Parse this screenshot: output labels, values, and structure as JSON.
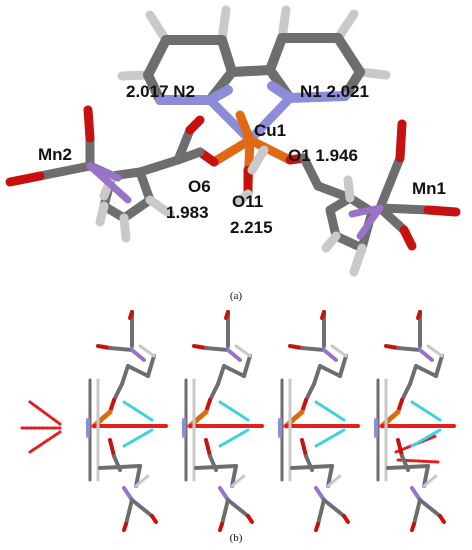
{
  "panel_a": {
    "caption": "(a)",
    "labels": {
      "n2": "2.017 N2",
      "n1": "N1 2.021",
      "cu1": "Cu1",
      "mn2": "Mn2",
      "o1": "O1 1.946",
      "o6": "O6",
      "o6_dist": "1.983",
      "o11": "O11",
      "o11_dist": "2.215",
      "mn1": "Mn1"
    }
  },
  "panel_b": {
    "caption": "(b)"
  },
  "colors": {
    "carbon": "#6e6e6e",
    "hydrogen": "#c9c9c9",
    "nitrogen": "#8c8cd8",
    "oxygen": "#c71010",
    "copper": "#e06a14",
    "manganese": "#9a72c6",
    "hbond": "#38d4e0",
    "axial": "#e02020"
  }
}
